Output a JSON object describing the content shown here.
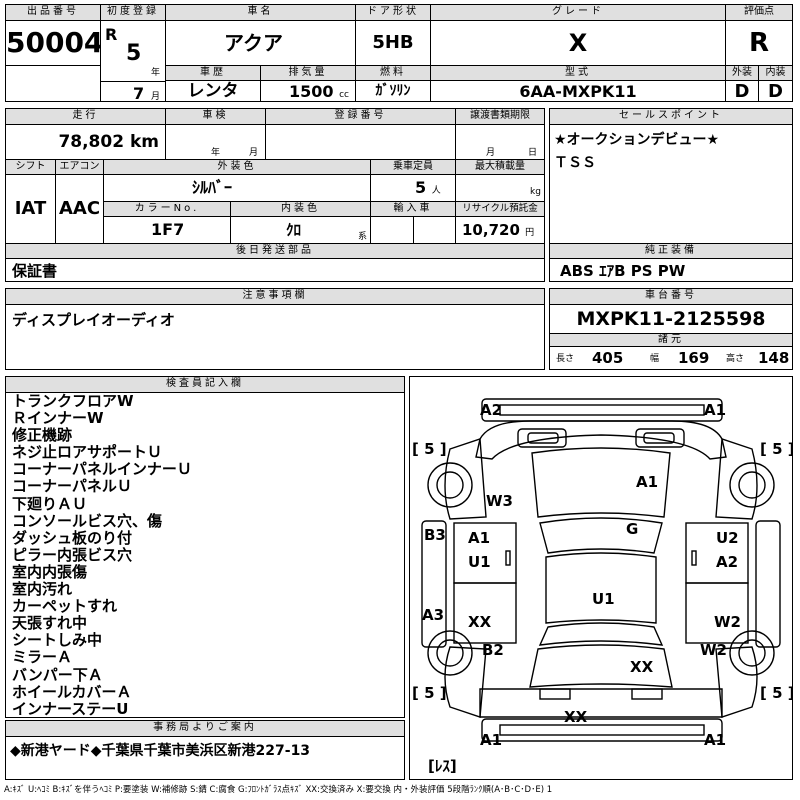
{
  "header": {
    "lot_label": "出品番号",
    "lot_number": "50004",
    "first_reg_label": "初度登録",
    "era": "R",
    "year": "5",
    "year_unit": "年",
    "month": "7",
    "month_unit": "月",
    "car_name_label": "車名",
    "car_name": "アクア",
    "history_label": "車歴",
    "history": "レンタ",
    "displacement_label": "排気量",
    "displacement": "1500",
    "displacement_unit": "cc",
    "door_label": "ドア形状",
    "door": "5HB",
    "fuel_label": "燃料",
    "fuel": "ｶﾞｿﾘﾝ",
    "grade_label": "グレード",
    "grade": "X",
    "model_label": "型式",
    "model": "6AA-MXPK11",
    "score_label": "評価点",
    "score": "R",
    "exterior_label": "外装",
    "exterior": "D",
    "interior_label": "内装",
    "interior": "D"
  },
  "row2": {
    "mileage_label": "走行",
    "mileage": "78,802",
    "mileage_unit": "km",
    "inspection_label": "車検",
    "inspection_year_unit": "年",
    "inspection_month_unit": "月",
    "reg_label": "登録番号",
    "transfer_label": "譲渡書類期限",
    "transfer_month_unit": "月",
    "transfer_day_unit": "日",
    "sales_point_label": "セールスポイント",
    "sales_points": [
      "★オークションデビュー★",
      "ＴＳＳ"
    ]
  },
  "row3": {
    "shift_label": "シフト",
    "shift": "IAT",
    "ac_label": "エアコン",
    "ac": "AAC",
    "ext_color_label": "外装色",
    "ext_color": "ｼﾙﾊﾞｰ",
    "capacity_label": "乗車定員",
    "capacity": "5",
    "capacity_unit": "人",
    "max_load_label": "最大積載量",
    "max_load_unit": "kg",
    "color_no_label": "カラーNo.",
    "color_no": "1F7",
    "int_color_label": "内装色",
    "int_color": "ｸﾛ",
    "int_color_unit": "系",
    "import_label": "輸入車",
    "recycle_label": "リサイクル預託金",
    "recycle": "10,720",
    "recycle_unit": "円",
    "later_parts_label": "後日発送部品",
    "later_parts": "保証書",
    "genuine_label": "純正装備",
    "genuine": "ABS ｴｱB PS PW"
  },
  "notes": {
    "caution_label": "注意事項欄",
    "caution": "ディスプレイオーディオ",
    "chassis_label": "車台番号",
    "chassis": "MXPK11-2125598",
    "spec_label": "諸元",
    "length_label": "長さ",
    "length": "405",
    "width_label": "幅",
    "width": "169",
    "height_label": "高さ",
    "height": "148"
  },
  "inspector": {
    "label": "検査員記入欄",
    "items": [
      "トランクフロアW",
      "ＲインナーW",
      "修正機跡",
      "ネジ止ロアサポートＵ",
      "コーナーパネルインナーＵ",
      "コーナーパネルＵ",
      "下廻りＡＵ",
      "コンソールビス穴、傷",
      "ダッシュ板のり付",
      "ピラー内張ビス穴",
      "室内内張傷",
      "室内汚れ",
      "カーペットすれ",
      "天張すれ中",
      "シートしみ中",
      "ミラーＡ",
      "バンパー下Ａ",
      "ホイールカバーＡ",
      "インナーステーU"
    ]
  },
  "office": {
    "label": "事務局よりご案内",
    "text": "◆新港ヤード◆千葉県千葉市美浜区新港227-13"
  },
  "diagram": {
    "tires": [
      "[ 5 ]",
      "[ 5 ]",
      "[ 5 ]",
      "[ 5 ]"
    ],
    "spare": "[ﾚｽ]",
    "marks": [
      "A2",
      "A1",
      "W3",
      "A1",
      "B3",
      "A1",
      "U1",
      "G",
      "U2",
      "A2",
      "U1",
      "A3",
      "XX",
      "W2",
      "B2",
      "W2",
      "XX",
      "XX",
      "A1",
      "A1"
    ]
  },
  "legend": "A:ｷｽﾞ U:ﾍｺﾐ B:ｷｽﾞを伴うﾍｺﾐ P:要塗装 W:補修跡 S:錆 C:腐食 G:ﾌﾛﾝﾄｶﾞﾗｽ点ｷｽﾞ XX:交換済み X:要交換 内・外装評価 5段階ﾗﾝｸ順(A･B･C･D･E) 1"
}
